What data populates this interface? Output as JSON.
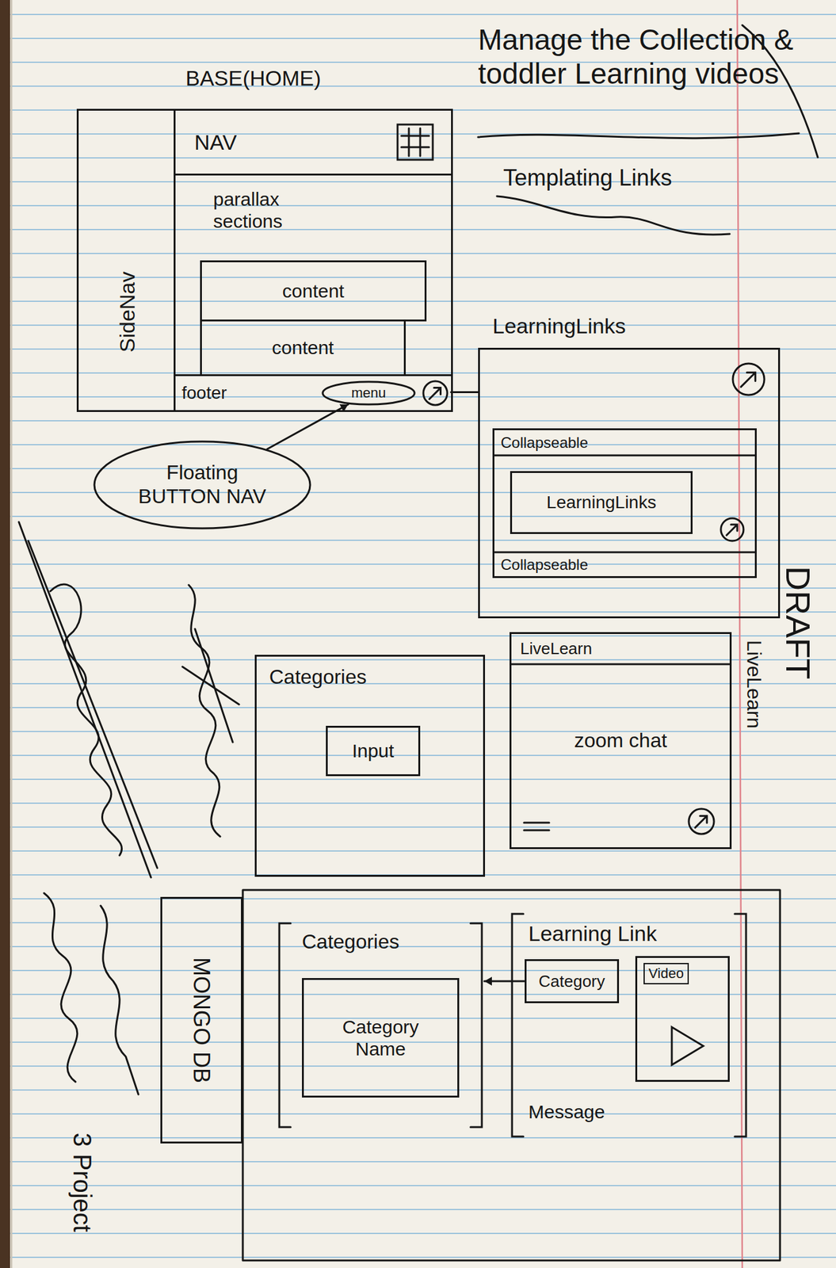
{
  "diagram": {
    "title": "Manage the Collection & toddler Learning videos",
    "nodes": [
      {
        "text": [
          "BASE(HOME)"
        ]
      },
      {
        "text": [
          "NAV"
        ],
        "in": 0
      },
      {
        "text": [
          "SideNav"
        ],
        "in": 0
      },
      {
        "text": [
          "parallax sections"
        ],
        "in": 0
      },
      {
        "text": [
          "content"
        ],
        "in": 3
      },
      {
        "text": [
          "content"
        ],
        "in": 3
      },
      {
        "text": [
          "footer"
        ],
        "in": 0
      },
      {
        "text": [
          "menu"
        ],
        "in": 6
      },
      {
        "text": [
          "Floating BUTTON NAV"
        ]
      },
      {
        "text": [
          "LearningLinks"
        ]
      },
      {
        "text": [
          "Collapseable",
          "Collapseable"
        ],
        "in": 9
      },
      {
        "text": [
          "LearningLinks"
        ],
        "in": 10
      },
      {
        "text": [
          "LiveLearn",
          "LiveLearn",
          "zoom chat"
        ]
      },
      {
        "text": [
          "Categories"
        ]
      },
      {
        "text": [
          "Input"
        ],
        "in": 13
      },
      {
        "text": [
          "MONGO DB"
        ]
      },
      {
        "text": [
          "Categories"
        ]
      },
      {
        "text": [
          "Category Name"
        ],
        "in": 16
      },
      {
        "text": [
          "Learning Link",
          "Message"
        ]
      },
      {
        "text": [
          "Category"
        ],
        "in": 18
      },
      {
        "text": [
          "Video"
        ],
        "in": 18
      }
    ],
    "edges": [
      {
        "from": 6,
        "to": 9,
        "arrow": "none"
      },
      {
        "from": 8,
        "to": 7,
        "arrow": "to"
      },
      {
        "from": 19,
        "to": 16,
        "arrow": "to"
      }
    ],
    "labels": [
      "Templating Links",
      "DRAFT",
      "3 Project"
    ]
  }
}
